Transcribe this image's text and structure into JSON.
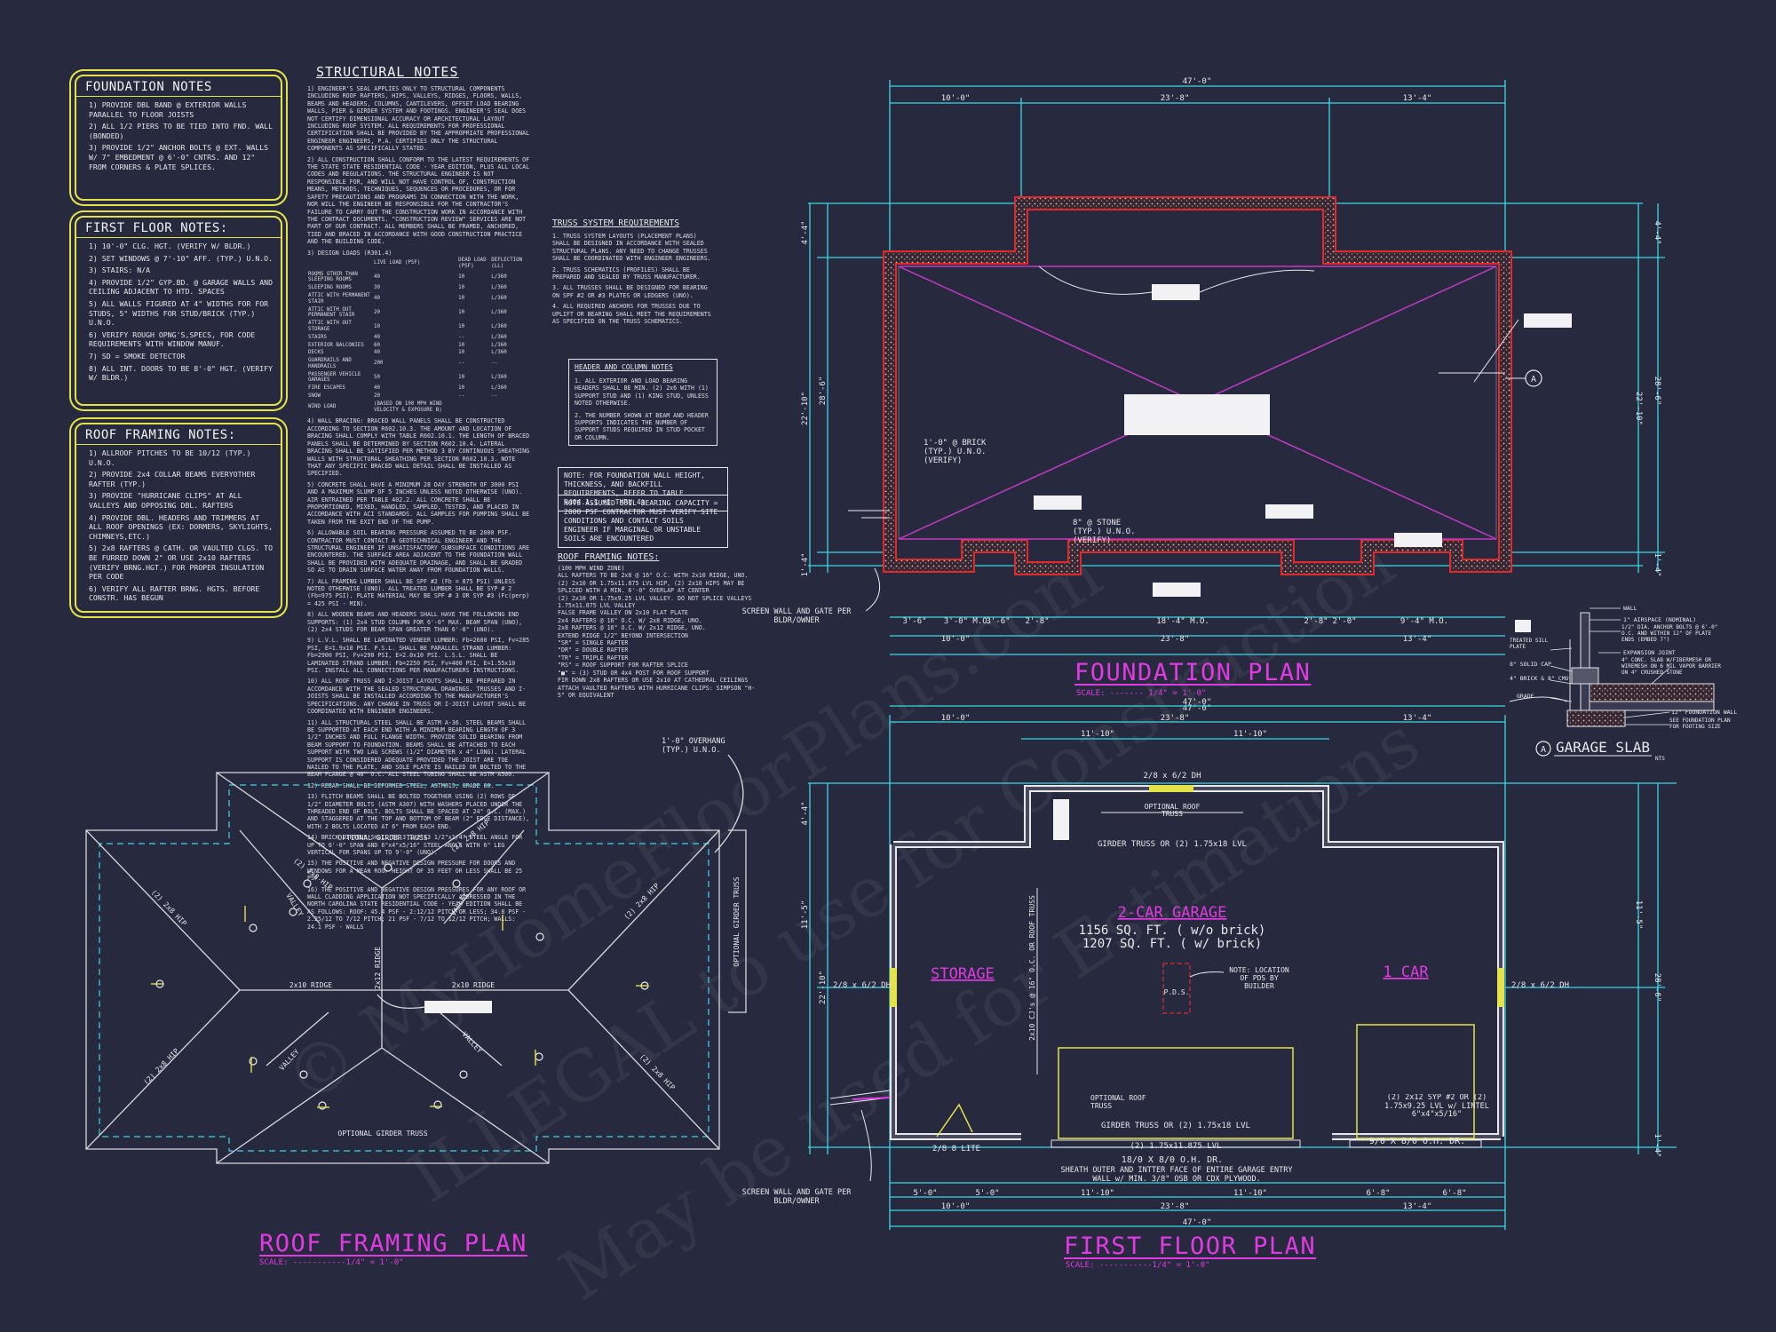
{
  "watermark": [
    "© MyHomeFloorPlans.com",
    "ILLEGAL to use for Construction",
    "May be used for Estimations"
  ],
  "colors": {
    "background": "#272a3e",
    "dims": "#3ad6e6",
    "accent": "#e23ae2",
    "notes_border": "#e4e24a",
    "foundation_wall": "#e02a2a"
  },
  "foundation_notes": {
    "title": "FOUNDATION NOTES",
    "items": [
      "1) PROVIDE DBL BAND @ EXTERIOR WALLS PARALLEL TO FLOOR JOISTS",
      "2) ALL 1/2 PIERS TO BE TIED INTO FND. WALL (BONDED)",
      "3) PROVIDE 1/2\" ANCHOR BOLTS @ EXT. WALLS W/ 7\" EMBEDMENT @ 6'-0\" CNTRS. AND 12\" FROM CORNERS & PLATE SPLICES."
    ]
  },
  "first_floor_notes": {
    "title": "FIRST FLOOR NOTES:",
    "items": [
      "1) 10'-0\" CLG. HGT. (VERIFY W/ BLDR.)",
      "2) SET WINDOWS @ 7'-10\" AFF. (TYP.) U.N.O.",
      "3) STAIRS: N/A",
      "4) PROVIDE 1/2\" GYP.BD. @ GARAGE WALLS AND CEILING ADJACENT TO HTD. SPACES",
      "5) ALL WALLS FIGURED AT 4\" WIDTHS FOR FOR STUDS, 5\" WIDTHS FOR STUD/BRICK (TYP.) U.N.O.",
      "6) VERIFY ROUGH OPNG'S,SPECS, FOR CODE REQUIREMENTS WITH WINDOW MANUF.",
      "7) SD = SMOKE DETECTOR",
      "8) ALL INT. DOORS TO BE 8'-0\" HGT. (VERIFY W/ BLDR.)"
    ]
  },
  "roof_framing_notes_left": {
    "title": "ROOF FRAMING NOTES:",
    "items": [
      "1) ALLROOF PITCHES TO BE 10/12 (TYP.) U.N.O.",
      "2) PROVIDE 2x4 COLLAR BEAMS EVERYOTHER RAFTER (TYP.)",
      "3) PROVIDE \"HURRICANE CLIPS\" AT ALL VALLEYS AND OPPOSING DBL. RAFTERS",
      "4) PROVIDE DBL. HEADERS AND TRIMMERS AT ALL ROOF OPENINGS (EX: DORMERS, SKYLIGHTS, CHIMNEYS,ETC.)",
      "5) 2x8 RAFTERS @ CATH. OR VAULTED CLGS. TO BE FURRED DOWN 2\" OR USE 2x10 RAFTERS (VERIFY BRNG.HGT.) FOR PROPER INSULATION PER CODE",
      "6) VERIFY ALL RAFTER BRNG. HGTS. BEFORE CONSTR. HAS BEGUN"
    ]
  },
  "structural_notes": {
    "title": "STRUCTURAL NOTES",
    "paragraphs": [
      "1) ENGINEER'S SEAL APPLIES ONLY TO STRUCTURAL COMPONENTS INCLUDING ROOF RAFTERS, HIPS, VALLEYS, RIDGES, FLOORS, WALLS, BEAMS AND HEADERS, COLUMNS, CANTILEVERS, OFFSET LOAD BEARING WALLS, PIER & GIRDER SYSTEM AND FOOTINGS. ENGINEER'S SEAL DOES NOT CERTIFY DIMENSIONAL ACCURACY OR ARCHITECTURAL LAYOUT INCLUDING ROOF SYSTEM. ALL REQUIREMENTS FOR PROFESSIONAL CERTIFICATION SHALL BE PROVIDED BY THE APPROPRIATE PROFESSIONAL ENGINEER ENGINEERS, P.A. CERTIFIES ONLY THE STRUCTURAL COMPONENTS AS SPECIFICALLY STATED.",
      "2) ALL CONSTRUCTION SHALL CONFORM TO THE LATEST REQUIREMENTS OF THE STATE STATE RESIDENTIAL CODE - YEAR EDITION, PLUS ALL LOCAL CODES AND REGULATIONS. THE STRUCTURAL ENGINEER IS NOT RESPONSIBLE FOR, AND WILL NOT HAVE CONTROL OF, CONSTRUCTION MEANS, METHODS, TECHNIQUES, SEQUENCES OR PROCEDURES, OR FOR SAFETY PRECAUTIONS AND PROGRAMS IN CONNECTION WITH THE WORK, NOR WILL THE ENGINEER BE RESPONSIBLE FOR THE CONTRACTOR'S FAILURE TO CARRY OUT THE CONSTRUCTION WORK IN ACCORDANCE WITH THE CONTRACT DOCUMENTS. \"CONSTRUCTION REVIEW\" SERVICES ARE NOT PART OF OUR CONTRACT. ALL MEMBERS SHALL BE FRAMED, ANCHORED, TIED AND BRACED IN ACCORDANCE WITH GOOD CONSTRUCTION PRACTICE AND THE BUILDING CODE.",
      "3) DESIGN LOADS (R301.4)",
      "4) WALL BRACING: BRACED WALL PANELS SHALL BE CONSTRUCTED ACCORDING TO SECTION R602.10.3. THE AMOUNT AND LOCATION OF BRACING SHALL COMPLY WITH TABLE R602.10.1. THE LENGTH OF BRACED PANELS SHALL BE DETERMINED BY SECTION R602.10.4. LATERAL BRACING SHALL BE SATISFIED PER METHOD 3 BY CONTINUOUS SHEATHING WALLS WITH STRUCTURAL SHEATHING PER SECTION R602.10.3. NOTE THAT ANY SPECIFIC BRACED WALL DETAIL SHALL BE INSTALLED AS SPECIFIED.",
      "5) CONCRETE SHALL HAVE A MINIMUM 28 DAY STRENGTH OF 3000 PSI AND A MAXIMUM SLUMP OF 5 INCHES UNLESS NOTED OTHERWISE (UNO). AIR ENTRAINED PER TABLE 402.2. ALL CONCRETE SHALL BE PROPORTIONED, MIXED, HANDLED, SAMPLED, TESTED, AND PLACED IN ACCORDANCE WITH ACI STANDARDS. ALL SAMPLES FOR PUMPING SHALL BE TAKEN FROM THE EXIT END OF THE PUMP.",
      "6) ALLOWABLE SOIL BEARING PRESSURE ASSUMED TO BE 2000 PSF. CONTRACTOR MUST CONTACT A GEOTECHNICAL ENGINEER AND THE STRUCTURAL ENGINEER IF UNSATISFACTORY SUBSURFACE CONDITIONS ARE ENCOUNTERED. THE SURFACE AREA ADJACENT TO THE FOUNDATION WALL SHALL BE PROVIDED WITH ADEQUATE DRAINAGE, AND SHALL BE GRADED SO AS TO DRAIN SURFACE WATER AWAY FROM FOUNDATION WALLS.",
      "7) ALL FRAMING LUMBER SHALL BE SPF #2 (Fb = 875 PSI) UNLESS NOTED OTHERWISE (UNO). ALL TREATED LUMBER SHALL BE SYP # 2 (Fb=975 PSI). PLATE MATERIAL MAY BE SPF # 3 OR SYP #3 (Fc(perp) = 425 PSI - MIN).",
      "8) ALL WOODEN BEAMS AND HEADERS SHALL HAVE THE FOLLOWING END SUPPORTS: (1) 2x4 STUD COLUMN FOR 6'-0\" MAX. BEAM SPAN (UNO), (2) 2x4 STUDS FOR BEAM SPAN GREATER THAN 6'-0\" (UNO).",
      "9) L.V.L. SHALL BE LAMINATED VENEER LUMBER: Fb=2600 PSI, Fv=285 PSI, E=1.9x10 PSI. P.S.L. SHALL BE PARALLEL STRAND LUMBER: Fb=2900 PSI, Fv=290 PSI, E=2.0x10 PSI. L.S.L. SHALL BE LAMINATED STRAND LUMBER: Fb=2250 PSI, Fv=400 PSI, E=1.55x10 PSI. INSTALL ALL CONNECTIONS PER MANUFACTURERS INSTRUCTIONS.",
      "10) ALL ROOF TRUSS AND I-JOIST LAYOUTS SHALL BE PREPARED IN ACCORDANCE WITH THE SEALED STRUCTURAL DRAWINGS. TRUSSES AND I-JOISTS SHALL BE INSTALLED ACCORDING TO THE MANUFACTURER'S SPECIFICATIONS. ANY CHANGE IN TRUSS OR I-JOIST LAYOUT SHALL BE COORDINATED WITH ENGINEER ENGINEERS.",
      "11) ALL STRUCTURAL STEEL SHALL BE ASTM A-36. STEEL BEAMS SHALL BE SUPPORTED AT EACH END WITH A MINIMUM BEARING LENGTH OF 3 1/2\" INCHES AND FULL FLANGE WIDTH. PROVIDE SOLID BEARING FROM BEAM SUPPORT TO FOUNDATION. BEAMS SHALL BE ATTACHED TO EACH SUPPORT WITH TWO LAG SCREWS (1/2\" DIAMETER x 4\" LONG). LATERAL SUPPORT IS CONSIDERED ADEQUATE PROVIDED THE JOIST ARE TOE NAILED TO THE PLATE, AND SOLE PLATE IS NAILED OR BOLTED TO THE BEAM FLANGE @ 48\" O.C. ALL STEEL TUBING SHALL BE ASTM A500.",
      "12) REBAR SHALL BE DEFORMED STEEL, ASTM615, GRADE 60.",
      "13) FLITCH BEAMS SHALL BE BOLTED TOGETHER USING (2) ROWS OF 1/2\" DIAMETER BOLTS (ASTM A307) WITH WASHERS PLACED UNDER THE THREADED END OF BOLT. BOLTS SHALL BE SPACED AT 24\" O.C. (MAX.) AND STAGGERED AT THE TOP AND BOTTOM OF BEAM (2\" EDGE DISTANCE), WITH 2 BOLTS LOCATED AT 6\" FROM EACH END.",
      "14) BRICK LINTELS SHALL BE 3 1/2\"x3 1/2\"x1/4\" STEEL ANGLE FOR UP TO 6'-0\" SPAN AND 6\"x4\"x5/16\" STEEL ANGLE WITH 6\" LEG VERTICAL FOR SPANS UP TO 9'-0\" (UNO).",
      "15) THE POSITIVE AND NEGATIVE DESIGN PRESSURE FOR DOORS AND WINDOWS FOR A MEAN ROOF HEIGHT OF 35 FEET OR LESS SHALL BE 25 PSF.",
      "16) THE POSITIVE AND NEGATIVE DESIGN PRESSURES FOR ANY ROOF OR WALL CLADDING APPLICATION NOT SPECIFICALLY ADDRESSED IN THE NORTH CAROLINA STATE RESIDENTIAL CODE - YEAR EDITION SHALL BE AS FOLLOWS: ROOF: 45.4 PSF - 2:12/12 PITCH OR LESS; 34.8 PSF - 2.25/12 TO 7/12 PITCH; 21 PSF - 7/12 TO 12/12 PITCH; WALLS: 24.1 PSF - WALLS"
    ],
    "loads_headers": [
      "",
      "LIVE LOAD (PSF)",
      "DEAD LOAD (PSF)",
      "DEFLECTION (LL)"
    ],
    "loads": [
      [
        "ROOMS OTHER THAN SLEEPING ROOMS",
        "40",
        "10",
        "L/360"
      ],
      [
        "SLEEPING ROOMS",
        "30",
        "10",
        "L/360"
      ],
      [
        "ATTIC WITH PERMANENT STAIR",
        "40",
        "10",
        "L/360"
      ],
      [
        "ATTIC WITH OUT PERMANENT STAIR",
        "20",
        "10",
        "L/360"
      ],
      [
        "ATTIC WITH OUT STORAGE",
        "10",
        "10",
        "L/360"
      ],
      [
        "STAIRS",
        "40",
        "--",
        "L/360"
      ],
      [
        "EXTERIOR BALCONIES",
        "60",
        "10",
        "L/360"
      ],
      [
        "DECKS",
        "40",
        "10",
        "L/360"
      ],
      [
        "GUARDRAILS AND HANDRAILS",
        "200",
        "--",
        "--"
      ],
      [
        "PASSENGER VEHICLE GARAGES",
        "50",
        "10",
        "L/360"
      ],
      [
        "FIRE ESCAPES",
        "40",
        "10",
        "L/360"
      ],
      [
        "SNOW",
        "20",
        "--",
        "--"
      ],
      [
        "WIND LOAD",
        "(BASED ON 100 MPH WIND VELOCITY & EXPOSURE B)",
        "",
        ""
      ]
    ]
  },
  "truss_requirements": {
    "title": "TRUSS SYSTEM REQUIREMENTS",
    "items": [
      "1. TRUSS SYSTEM LAYOUTS (PLACEMENT PLANS) SHALL BE DESIGNED IN ACCORDANCE WITH SEALED STRUCTURAL PLANS. ANY NEED TO CHANGE TRUSSES SHALL BE COORDINATED WITH ENGINEER ENGINEERS.",
      "2. TRUSS SCHEMATICS (PROFILES) SHALL BE PREPARED AND SEALED BY TRUSS MANUFACTURER.",
      "3. ALL TRUSSES SHALL BE DESIGNED FOR BEARING ON SPF #2 OR #3 PLATES OR LEDGERS (UNO).",
      "4. ALL REQUIRED ANCHORS FOR TRUSSES DUE TO UPLIFT OR BEARING SHALL MEET THE REQUIREMENTS AS SPECIFIED ON THE TRUSS SCHEMATICS."
    ]
  },
  "header_column_notes": {
    "title": "HEADER AND COLUMN NOTES",
    "items": [
      "1. ALL EXTERIOR AND LOAD BEARING HEADERS SHALL BE MIN. (2) 2x6 WITH (1) SUPPORT STUD AND (1) KING STUD, UNLESS NOTED OTHERWISE.",
      "2. THE NUMBER SHOWN AT BEAM AND HEADER SUPPORTS INDICATES THE NUMBER OF SUPPORT STUDS REQUIRED IN STUD POCKET OR COLUMN."
    ]
  },
  "foundation_wall_note": "NOTE: FOR FOUNDATION WALL HEIGHT, THICKNESS, AND BACKFILL REQUIREMENTS, REFER TO TABLE R404.1.1 (1 THRU 4)",
  "soil_note": "NOTE ASSUMED SOIL BEARING CAPACITY = 2000 PSF CONTRACTOR MUST VERIFY SITE CONDITIONS AND CONTACT SOILS ENGINEER IF MARGINAL OR UNSTABLE SOILS ARE ENCOUNTERED",
  "roof_framing_notes_right": {
    "title": "ROOF FRAMING NOTES:",
    "lines": [
      "(100 MPH WIND ZONE)",
      "ALL RAFTERS TO BE 2x8 @ 16\" O.C. WITH 2x10 RIDGE, UNO.",
      "(2) 2x10 OR 1.75x11.875 LVL HIP, (2) 2x10 HIPS MAY BE SPLICED WITH A MIN. 6'-0\" OVERLAP AT CENTER",
      "(2) 2x10 OR 1.75x9.25 LVL VALLEY. DO NOT SPLICE VALLEYS",
      "1.75x11.875 LVL VALLEY",
      "FALSE FRAME VALLEY ON 2x10 FLAT PLATE",
      "2x4 RAFTERS @ 16\" O.C. W/ 2x8 RIDGE, UNO.",
      "2x8 RAFTERS @ 16\" O.C. W/ 2x12 RIDGE, UNO.",
      "EXTEND RIDGE 1/2\" BEYOND INTERSECTION",
      "\"SR\" = SINGLE RAFTER",
      "\"DR\" = DOUBLE RAFTER",
      "\"TR\" = TRIPLE RAFTER",
      "\"RS\" = ROOF SUPPORT FOR RAFTER SPLICE",
      "\"■\" = (3) STUD OR 4x4 POST FOR ROOF SUPPORT",
      "FIR DOWN 2x8 RAFTERS OR USE 2x10 AT CATHEDRAL CEILINGS",
      "ATTACH VAULTED RAFTERS WITH HURRICANE CLIPS: SIMPSON \"H-5\" OR EQUIVALENT"
    ]
  },
  "foundation_plan": {
    "title": "FOUNDATION PLAN",
    "scale": "SCALE: ------- 1/4\" = 1'-0\"",
    "dims_top": [
      "47'-0\"",
      "10'-0\"",
      "23'-8\"",
      "13'-4\""
    ],
    "dims_bottom": [
      "3'-6\"",
      "3'-0\" M.O.",
      "3'-6\"",
      "2'-8\"",
      "18'-4\" M.O.",
      "2'-8\"",
      "2'-0\"",
      "9'-4\" M.O.",
      "10'-0\"",
      "23'-8\"",
      "13'-4\"",
      "47'-0\""
    ],
    "dims_left": [
      "4'-4\"",
      "22'-10\"",
      "28'-6\"",
      "1'-4\""
    ],
    "dims_right": [
      "4'-4\"",
      "22'-10\"",
      "28'-6\"",
      "1'-4\""
    ],
    "label_brick": "1'-0\" @ BRICK (TYP.) U.N.O. (VERIFY)",
    "label_stone": "8\" @ STONE (TYP.) U.N.O. (VERIFY)",
    "slab_note": "4\" CONC. SLAB W/ FIBERMESH OVER 6 MIL VAPOR BARRIER ON 4\" CRUSHED STONE",
    "screen_wall": "SCREEN WALL AND GATE PER BLDR/OWNER",
    "section_marker": "A"
  },
  "roof_plan": {
    "title": "ROOF FRAMING PLAN",
    "scale": "SCALE: -----------1/4\" = 1'-0\"",
    "overhang": "1'-0\" OVERHANG (TYP.) U.N.O.",
    "girder_top": "OPTIONAL GIRDER TRUSS",
    "girder_bottom": "OPTIONAL GIRDER TRUSS",
    "girder_side": "OPTIONAL GIRDER TRUSS",
    "ridge_left": "2x10 RIDGE",
    "ridge_right": "2x10 RIDGE",
    "ridge_vert": "2x12 RIDGE",
    "hip": "(2) 2x8 HIP",
    "valley": "VALLEY"
  },
  "first_floor_plan": {
    "title": "FIRST FLOOR PLAN",
    "scale": "SCALE: -----------1/4\" = 1'-0\"",
    "room_garage": "2-CAR GARAGE",
    "sqft_no_brick": "1156 SQ. FT. ( w/o brick)",
    "sqft_brick": "1207 SQ. FT. ( w/ brick)",
    "room_storage": "STORAGE",
    "room_1car": "1 CAR",
    "pds": "P.D.S.",
    "pds_note": "NOTE: LOCATION OF PDS BY BUILDER",
    "window_top": "2/8 x 6/2 DH",
    "window_left": "2/8 x 6/2 DH",
    "window_right": "2/8 x 6/2 DH",
    "optional_truss": "OPTIONAL ROOF TRUSS",
    "girder": "GIRDER TRUSS OR (2) 1.75x18 LVL",
    "vertical_truss": "2x10 CJ's @ 16\" O.C. OR ROOF TRUSS",
    "optional_truss_2": "OPTIONAL ROOF TRUSS",
    "girder_2": "GIRDER TRUSS OR (2) 1.75x18 LVL",
    "lvl": "(2) 1.75x11.875 LVL",
    "door_big": "18/0 X 8/0 O.H. DR.",
    "door_small": "9/0 X 8/0 O.H. DR.",
    "door_lite": "2/8 8 LITE",
    "header_right": "(2) 2x12 SYP #2 OR (2) 1.75x9.25 LVL w/ LINTEL 6\"x4\"x5/16\"",
    "sheath": "SHEATH OUTER AND INTTER FACE OF ENTIRE GARAGE ENTRY WALL w/ MIN. 3/8\" OSB OR CDX PLYWOOD.",
    "screen_wall": "SCREEN WALL AND GATE PER BLDR/OWNER",
    "dims_top": [
      "10'-0\"",
      "23'-8\"",
      "13'-4\"",
      "47'-0\"",
      "11'-10\"",
      "11'-10\""
    ],
    "dims_bottom": [
      "5'-0\"",
      "5'-0\"",
      "11'-10\"",
      "11'-10\"",
      "6'-8\"",
      "6'-8\"",
      "10'-0\"",
      "23'-8\"",
      "13'-4\"",
      "47'-0\""
    ],
    "dims_side": [
      "4'-4\"",
      "11'-5\"",
      "22'-10\"",
      "28'-6\"",
      "11'-5\"",
      "1'-4\""
    ]
  },
  "garage_slab": {
    "title": "GARAGE SLAB",
    "marker": "A",
    "nts": "NTS",
    "labels": [
      "WALL",
      "1\" AIRSPACE (NOMINAL)",
      "1/2\" DIA. ANCHOR BOLTS @ 6'-0\" O.C. AND WITHIN 12\" OF PLATE ENDS (EMBED 7\")",
      "EXPANSION JOINT",
      "4\" CONC. SLAB W/FIBERMESH OR WIREMESH ON 6 MIL VAPOR BARRIER ON 4\" CRUSHED STONE",
      "12\" FOUNDATION WALL",
      "SEE FOUNDATION PLAN FOR FOOTING SIZE",
      "TREATED SILL PLATE",
      "8\" SOLID CAP",
      "4\" BRICK & 8\" CMU",
      "GRADE"
    ]
  }
}
